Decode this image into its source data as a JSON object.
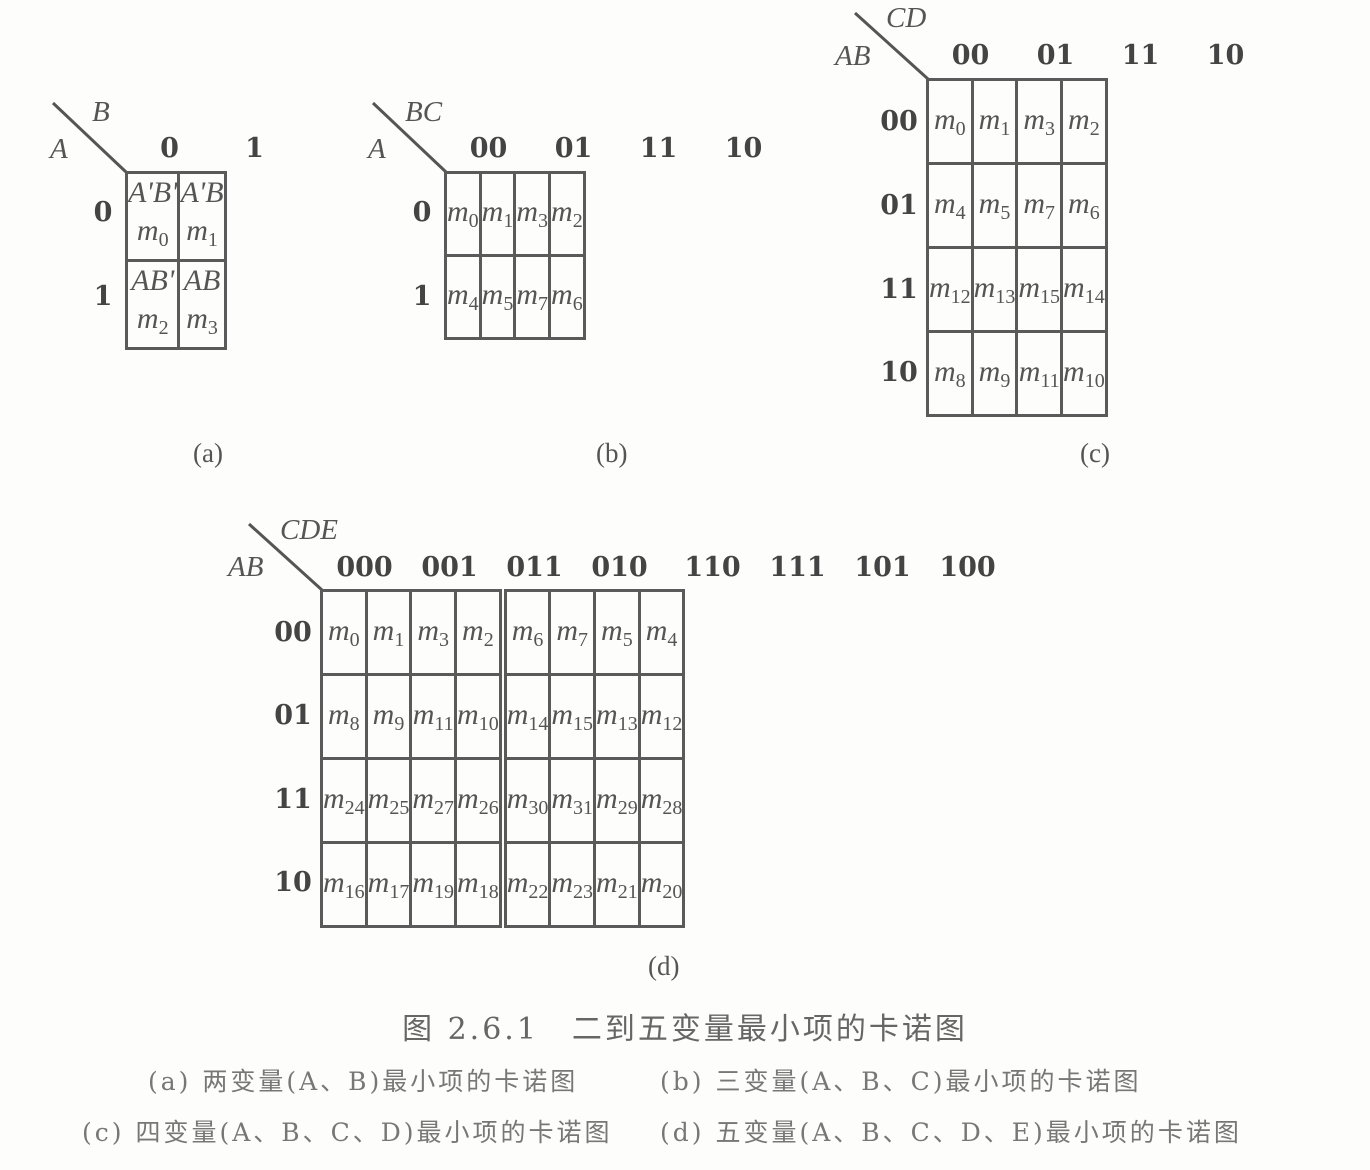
{
  "map_a": {
    "row_var": "A",
    "col_var": "B",
    "cols": [
      "0",
      "1"
    ],
    "rows": [
      "0",
      "1"
    ],
    "cells": [
      [
        {
          "expr": "A'B'",
          "m": "0"
        },
        {
          "expr": "A'B",
          "m": "1"
        }
      ],
      [
        {
          "expr": "AB'",
          "m": "2"
        },
        {
          "expr": "AB",
          "m": "3"
        }
      ]
    ],
    "label": "(a)"
  },
  "map_b": {
    "row_var": "A",
    "col_var": "BC",
    "cols": [
      "00",
      "01",
      "11",
      "10"
    ],
    "rows": [
      "0",
      "1"
    ],
    "cells": [
      [
        "0",
        "1",
        "3",
        "2"
      ],
      [
        "4",
        "5",
        "7",
        "6"
      ]
    ],
    "label": "(b)"
  },
  "map_c": {
    "row_var": "AB",
    "col_var": "CD",
    "cols": [
      "00",
      "01",
      "11",
      "10"
    ],
    "rows": [
      "00",
      "01",
      "11",
      "10"
    ],
    "cells": [
      [
        "0",
        "1",
        "3",
        "2"
      ],
      [
        "4",
        "5",
        "7",
        "6"
      ],
      [
        "12",
        "13",
        "15",
        "14"
      ],
      [
        "8",
        "9",
        "11",
        "10"
      ]
    ],
    "label": "(c)"
  },
  "map_d": {
    "row_var": "AB",
    "col_var": "CDE",
    "cols": [
      "000",
      "001",
      "011",
      "010",
      "110",
      "111",
      "101",
      "100"
    ],
    "rows": [
      "00",
      "01",
      "11",
      "10"
    ],
    "cells": [
      [
        "0",
        "1",
        "3",
        "2",
        "6",
        "7",
        "5",
        "4"
      ],
      [
        "8",
        "9",
        "11",
        "10",
        "14",
        "15",
        "13",
        "12"
      ],
      [
        "24",
        "25",
        "27",
        "26",
        "30",
        "31",
        "29",
        "28"
      ],
      [
        "16",
        "17",
        "19",
        "18",
        "22",
        "23",
        "21",
        "20"
      ]
    ],
    "label": "(d)"
  },
  "caption": {
    "title": "图 2.6.1　二到五变量最小项的卡诺图",
    "line1_a": "(a) 两变量(A、B)最小项的卡诺图",
    "line1_b": "(b) 三变量(A、B、C)最小项的卡诺图",
    "line2_a": "(c) 四变量(A、B、C、D)最小项的卡诺图",
    "line2_b": "(d) 五变量(A、B、C、D、E)最小项的卡诺图"
  }
}
